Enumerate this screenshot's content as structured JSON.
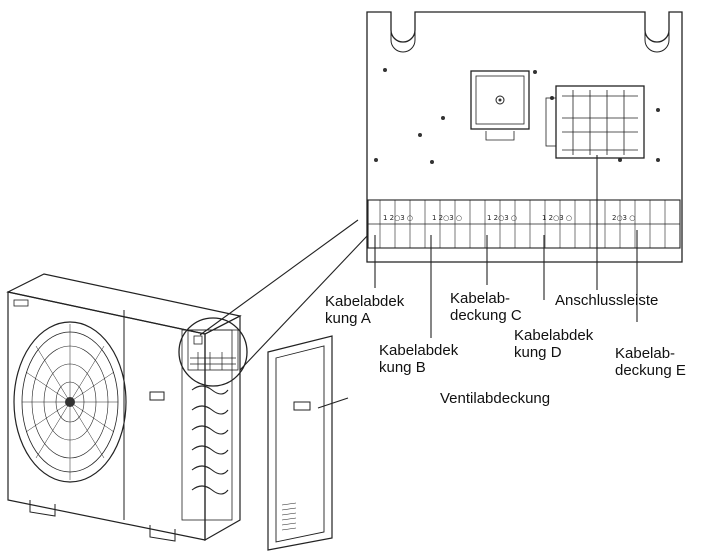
{
  "labels": {
    "cover_a": "Kabelabdek\nkung A",
    "cover_b": "Kabelabdek\nkung B",
    "cover_c": "Kabelab-\ndeckung C",
    "cover_d": "Kabelabdek\nkung D",
    "cover_e": "Kabelab-\ndeckung E",
    "terminal_strip": "Anschlussleiste",
    "valve_cover": "Ventilabdeckung"
  },
  "terminal_text": {
    "block_1": "1  2○3 ○",
    "block_2": "1  2○3 ○",
    "block_3": "1  2○3 ○",
    "block_4": "1  2○3 ○",
    "block_5": "2○3 ○"
  },
  "colors": {
    "line": "#222222",
    "panel_fill": "#fafafa",
    "unit_fill": "#f4f4f4"
  }
}
